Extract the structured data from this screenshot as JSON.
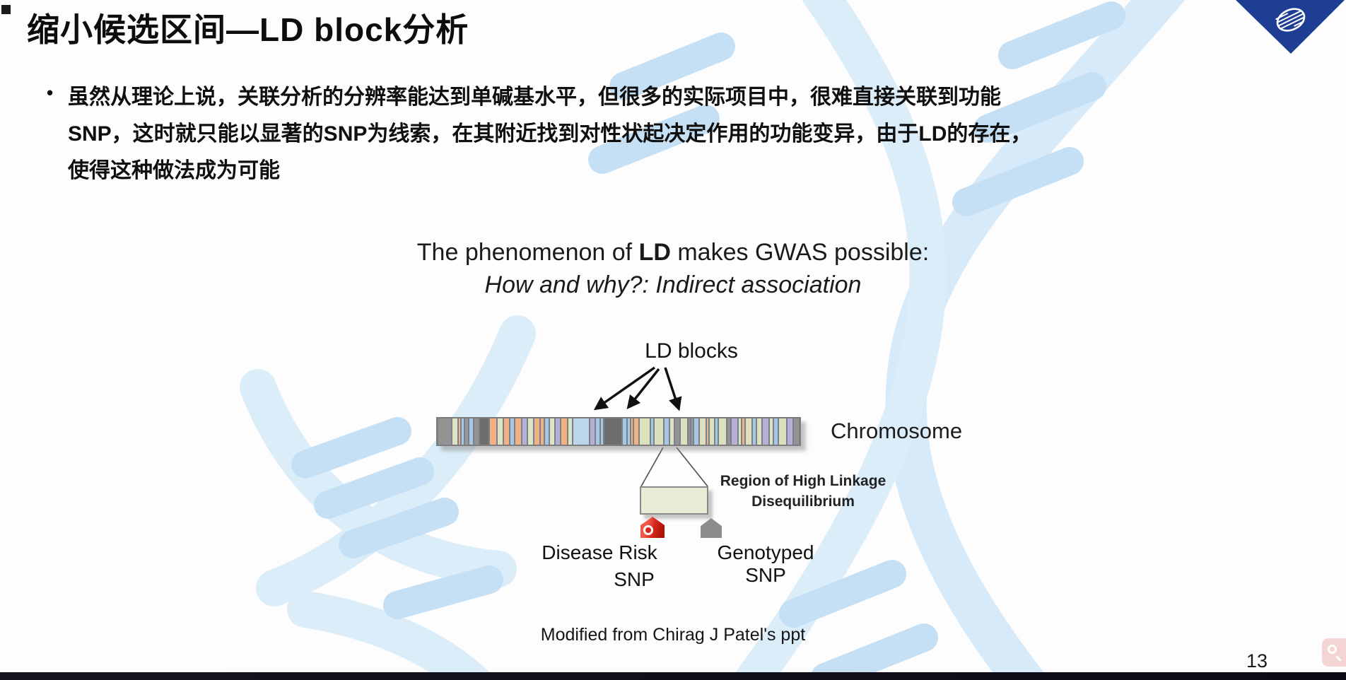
{
  "colors": {
    "brand_blue": "#1d3e92",
    "watermark_strand": "#d6eafa",
    "watermark_pill": "#c5e0f5",
    "marker_red": "#d7261c",
    "marker_gray": "#8b8b8b",
    "region_box_fill": "#e9ecd4",
    "bottom_bar": "#0c0c14",
    "search_fab_bg": "rgba(242,200,200,0.78)"
  },
  "header": {
    "title": "缩小候选区间—LD block分析"
  },
  "bullet": {
    "marker": "•",
    "lines": [
      "虽然从理论上说，关联分析的分辨率能达到单碱基水平，但很多的实际项目中，很难直接关联到功能",
      "SNP，这时就只能以显著的SNP为线索，在其附近找到对性状起决定作用的功能变异，由于LD的存在，",
      "使得这种做法成为可能"
    ]
  },
  "heading": {
    "line1_pre": "The phenomenon of ",
    "line1_bold": "LD",
    "line1_post": " makes GWAS possible:",
    "line2": "How and why?: Indirect association"
  },
  "diagram": {
    "ld_blocks_label": "LD blocks",
    "chromosome_label": "Chromosome",
    "region_label": [
      "Region of High Linkage",
      "Disequilibrium"
    ],
    "disease_risk_label": [
      "Disease Risk",
      "SNP"
    ],
    "genotyped_label": "Genotyped SNP",
    "chromosome_segments": [
      [
        "#939393",
        20
      ],
      [
        "#dde3c3",
        9
      ],
      [
        "#f1b183",
        4
      ],
      [
        "#a9c6e2",
        5
      ],
      [
        "#9a9a9a",
        6
      ],
      [
        "#a9c6e2",
        7
      ],
      [
        "#939393",
        8
      ],
      [
        "#6e6e6e",
        14
      ],
      [
        "#f1b183",
        11
      ],
      [
        "#dde3c3",
        9
      ],
      [
        "#f1b183",
        9
      ],
      [
        "#a9c6e2",
        7
      ],
      [
        "#f1b183",
        10
      ],
      [
        "#b7b0d4",
        8
      ],
      [
        "#dde3c3",
        9
      ],
      [
        "#f1b183",
        9
      ],
      [
        "#f1b183",
        6
      ],
      [
        "#a9c6e2",
        7
      ],
      [
        "#dde3c3",
        8
      ],
      [
        "#b7b0d4",
        8
      ],
      [
        "#f1b183",
        10
      ],
      [
        "#dde3c3",
        7
      ],
      [
        "#bdd5ea",
        24
      ],
      [
        "#b7b0d4",
        8
      ],
      [
        "#a9c6e2",
        7
      ],
      [
        "#a9c6e2",
        5
      ],
      [
        "#6e6e6e",
        26
      ],
      [
        "#a9c6e2",
        7
      ],
      [
        "#a9c6e2",
        5
      ],
      [
        "#f1b183",
        4
      ],
      [
        "#f1b183",
        8
      ],
      [
        "#dce0bc",
        16
      ],
      [
        "#a9c6e2",
        5
      ],
      [
        "#dce0bc",
        14
      ],
      [
        "#a9c6e2",
        8
      ],
      [
        "#dce0bc",
        7
      ],
      [
        "#939393",
        8
      ],
      [
        "#dce0bc",
        11
      ],
      [
        "#939393",
        4
      ],
      [
        "#9a9a9a",
        4
      ],
      [
        "#a9c6e2",
        8
      ],
      [
        "#dce0bc",
        10
      ],
      [
        "#f1b183",
        4
      ],
      [
        "#dce0bc",
        8
      ],
      [
        "#a9c6e2",
        5
      ],
      [
        "#dce0bc",
        12
      ],
      [
        "#939393",
        6
      ],
      [
        "#b7b0d4",
        10
      ],
      [
        "#dce0bc",
        5
      ],
      [
        "#f1b183",
        5
      ],
      [
        "#dce0bc",
        10
      ],
      [
        "#a9c6e2",
        6
      ],
      [
        "#dce0bc",
        8
      ],
      [
        "#b7b0d4",
        10
      ],
      [
        "#dce0bc",
        6
      ],
      [
        "#a9c6e2",
        7
      ],
      [
        "#dce0bc",
        12
      ],
      [
        "#b7b0d4",
        9
      ],
      [
        "#939393",
        9
      ]
    ]
  },
  "caption": "Modified from Chirag J Patel's ppt",
  "footer": {
    "page_number": "13"
  }
}
